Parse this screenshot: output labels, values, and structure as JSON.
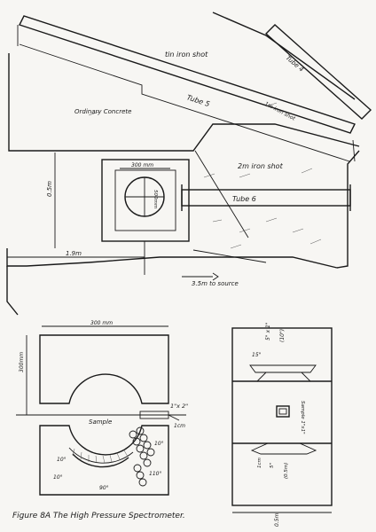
{
  "labels": {
    "tin_iron_shot": "tin iron shot",
    "tube4": "Tube 4",
    "tube5": "Tube 5",
    "lin_iron_shot": "1m iron shot",
    "ordinary_concrete": "Ordinary Concrete",
    "two_m_iron_shot": "2m iron shot",
    "dim_300mm_top": "300 mm",
    "dim_500mm_circle": "500mm",
    "dim_0_5m": "0.5m",
    "tube6": "Tube 6",
    "dim_1_9m": "1.9m",
    "dim_3_5m_source": "3.5m to source",
    "dim_300mm_bottom": "300 mm",
    "dim_300mm_side": "300mm",
    "sample": "Sample",
    "beam_in": "1\"x 2\"",
    "beam_out": "1cm",
    "angle_10_left": "10°",
    "angle_90": "90°",
    "angle_110": "110°",
    "angle_10_right": "10°",
    "angle_10_bottom": "10°",
    "side_15": "15\"",
    "side_top_a": "5\" x 1\"",
    "side_top_b": "(10\")",
    "side_sample": "Sample 1\"x1\"",
    "side_bottom_a": "1cm",
    "side_bottom_b": "5\"",
    "side_bottom_c": "(0.5m)",
    "dim_0_5m_bottom": "0.5m",
    "caption": "Figure 8A     The High Pressure Spectrometer."
  }
}
